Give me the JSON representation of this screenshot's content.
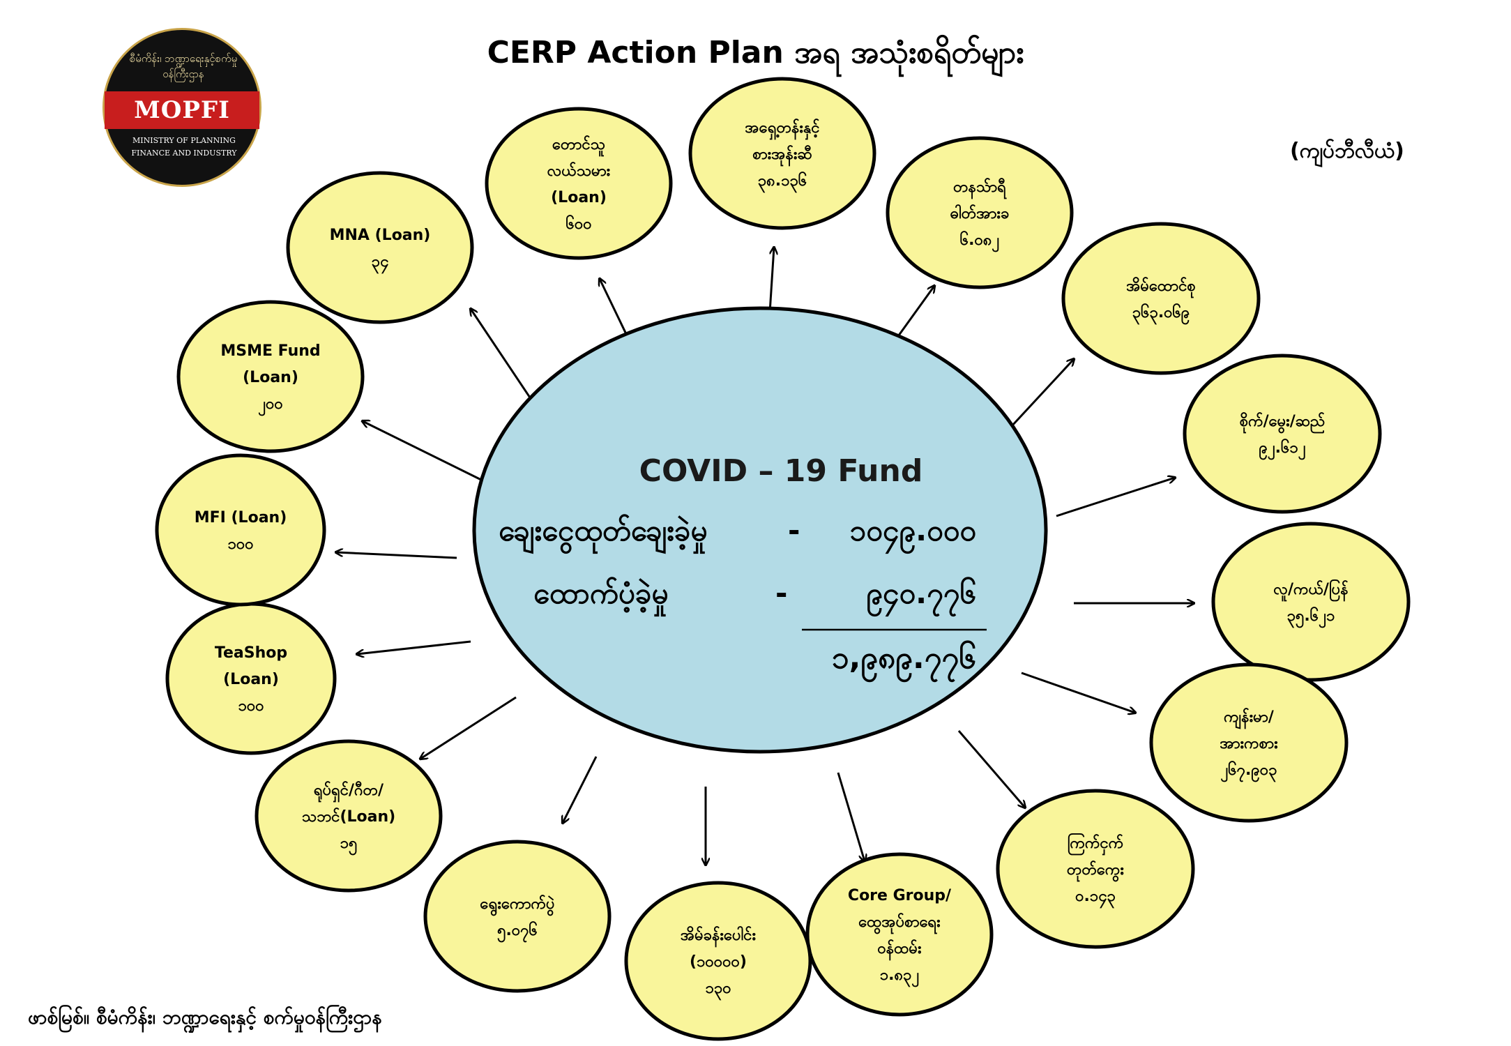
{
  "title": "CERP Action Plan အရ အသုံးစရိတ်များ",
  "unit": "(ကျပ်ဘီလီယံ)",
  "source": "ဖာစ်မြစ်။ စီမံကိန်း၊ ဘဏ္ဍာရေးနှင့် စက်မှုဝန်ကြီးဌာန",
  "logo": {
    "top_text": "စီမံကိန်း၊ ဘဏ္ဍာရေးနှင့်စက်မှု ဝန်ကြီးဌာန",
    "acronym": "MOPFI",
    "subtitle_line1": "MINISTRY OF PLANNING",
    "subtitle_line2": "FINANCE AND INDUSTRY"
  },
  "colors": {
    "center_fill": "#b3dbe6",
    "bubble_fill": "#f9f59b",
    "stroke": "#000000"
  },
  "center": {
    "title": "COVID – 19 Fund",
    "row1_label": "ချေးငွေထုတ်ချေးခဲ့မှု",
    "row1_dash": "-",
    "row1_value": "၁၀၄၉.၀၀၀",
    "row2_label": "ထောက်ပံ့ခဲ့မှု",
    "row2_dash": "-",
    "row2_value": "၉၄၀.၇၇၆",
    "total": "၁,၉၈၉.၇၇၆"
  },
  "bubbles": [
    {
      "id": "agri-loan",
      "lines": [
        "တောင်သူ",
        "လယ်သမား",
        "(Loan)",
        "၆၀၀"
      ]
    },
    {
      "id": "front-line-food",
      "lines": [
        "အရှေ့တန်းနှင့်",
        "စားအုန်းဆီ",
        "၃၈.၁၃၆"
      ]
    },
    {
      "id": "electricity",
      "lines": [
        "တနသ်ာရီ",
        "ဓါတ်အားခ",
        "၆.၀၈၂"
      ]
    },
    {
      "id": "household",
      "lines": [
        "အိမ်ထောင်စု",
        "၃၆၃.၀၆၉"
      ]
    },
    {
      "id": "rice-oil-pulses",
      "lines": [
        "စိုက်/မွေး/ဆည်",
        "၉၂.၆၁၂"
      ]
    },
    {
      "id": "labour-social",
      "lines": [
        "လူ/ကယ်/ပြန်",
        "၃၅.၆၂၁"
      ]
    },
    {
      "id": "health",
      "lines": [
        "ကျန်းမာ/",
        "အားကစား",
        "၂၆၇.၉၀၃"
      ]
    },
    {
      "id": "border-roads",
      "lines": [
        "ကြက်ငှက်",
        "တုတ်ကွေး",
        "၀.၁၄၃"
      ]
    },
    {
      "id": "core-group",
      "lines": [
        "Core Group/",
        "ထွေအုပ်စာရေး",
        "ဝန်ထမ်း",
        "၁.၈၃၂"
      ]
    },
    {
      "id": "housing",
      "lines": [
        "အိမ်ခန်းပေါင်း",
        "(၁၀၀၀၀)",
        "၁၃၀"
      ]
    },
    {
      "id": "election",
      "lines": [
        "ရွေးကောက်ပွဲ",
        "၅.၀၇၆"
      ]
    },
    {
      "id": "film-music",
      "lines": [
        "ရုပ်ရှင်/ဂီတ/",
        "သဘင်(Loan)",
        "၁၅"
      ]
    },
    {
      "id": "teashop",
      "lines": [
        "TeaShop",
        "(Loan)",
        "၁၀၀"
      ]
    },
    {
      "id": "mfi",
      "lines": [
        "MFI (Loan)",
        "၁၀၀"
      ]
    },
    {
      "id": "msme",
      "lines": [
        "MSME Fund",
        "(Loan)",
        "၂၀၀"
      ]
    },
    {
      "id": "mna",
      "lines": [
        "MNA (Loan)",
        "၃၄"
      ]
    }
  ]
}
